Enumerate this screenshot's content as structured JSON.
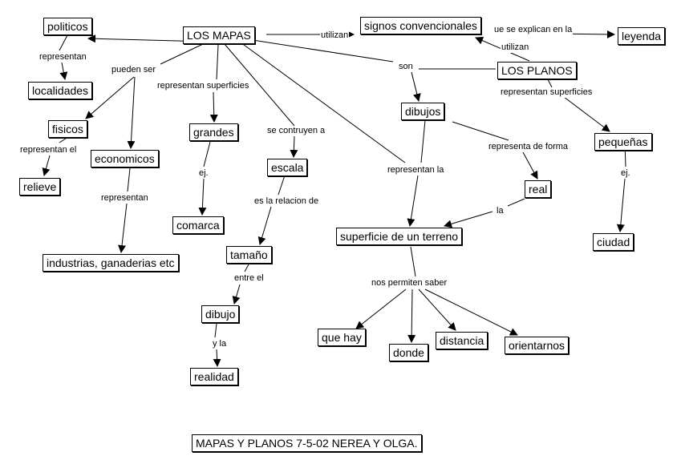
{
  "nodes": {
    "los_mapas": "LOS MAPAS",
    "signos": "signos convencionales",
    "leyenda": "leyenda",
    "los_planos": "LOS PLANOS",
    "politicos": "politicos",
    "localidades": "localidades",
    "fisicos": "fisicos",
    "relieve": "relieve",
    "economicos": "economicos",
    "industrias": "industrias, ganaderias etc",
    "grandes": "grandes",
    "comarca": "comarca",
    "escala": "escala",
    "tamano": "tamaño",
    "dibujo": "dibujo",
    "realidad": "realidad",
    "dibujos": "dibujos",
    "real": "real",
    "superficie": "superficie de un terreno",
    "que_hay": "que hay",
    "donde": "donde",
    "distancia": "distancia",
    "orientarnos": "orientarnos",
    "pequenas": "pequeñas",
    "ciudad": "ciudad",
    "footer": "MAPAS Y PLANOS 7-5-02 NEREA Y OLGA."
  },
  "links": {
    "utilizan_1": "utilizan",
    "explican": "ue se explican en la",
    "utilizan_2": "utilizan",
    "son": "son",
    "representan_pol": "representan",
    "pueden_ser": "pueden ser",
    "rep_superficies_mapas": "representan superficies",
    "rep_superficies_planos": "representan superficies",
    "contruyen": "se contruyen a",
    "representan_el": "representan el",
    "representan_eco": "representan",
    "ej_1": "ej.",
    "ej_2": "ej.",
    "relacion": "es la relacion de",
    "representa_forma": "representa de forma",
    "representan_la": "representan la",
    "la": "la",
    "entre_el": "entre el",
    "y_la": "y la",
    "permiten": "nos permiten saber"
  }
}
